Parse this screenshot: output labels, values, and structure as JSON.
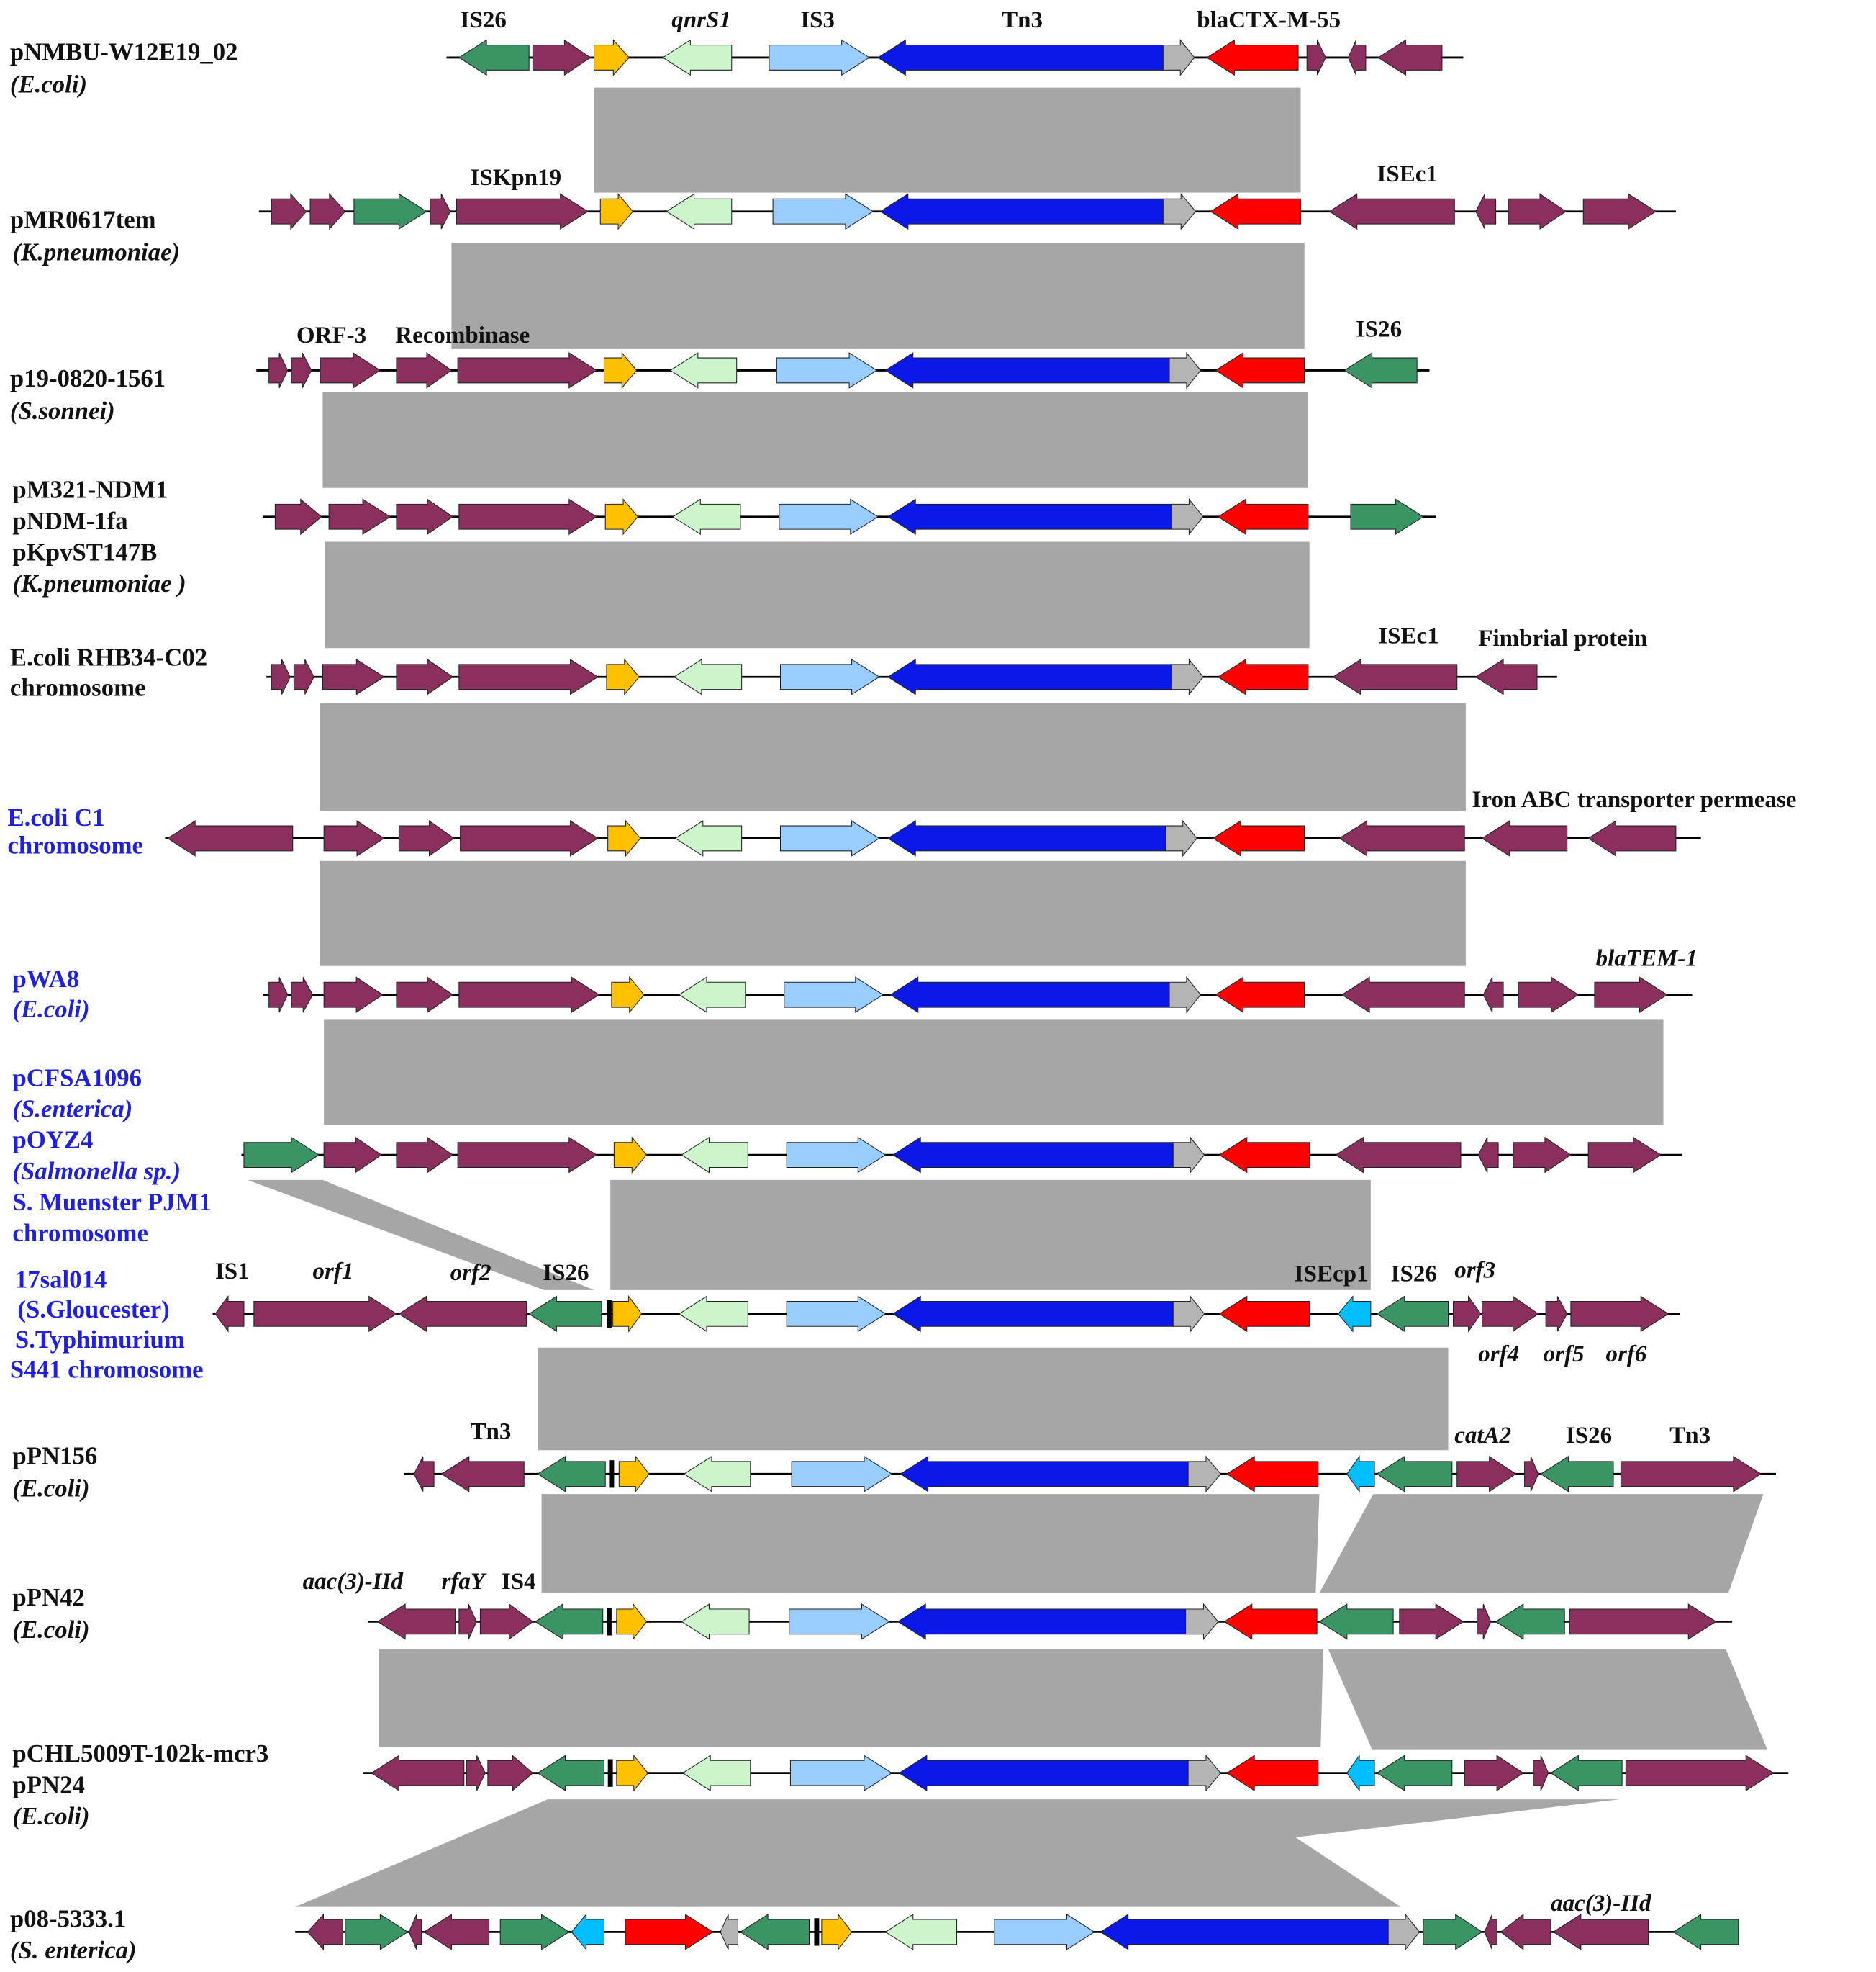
{
  "colors": {
    "mobile_element": "#8B2F5E",
    "insertion_seq_green": "#3A9464",
    "qnrS1": "#FFC000",
    "light_green": "#CCF5CC",
    "IS3": "#99CCFF",
    "Tn3": "#0A18E8",
    "grey_gene": "#B4B4B4",
    "blaCTX_M_55": "#FF0000",
    "ISEcp1": "#00BFFF",
    "shading": "#A6A6A6",
    "backbone": "#000000",
    "label_black": "#111111",
    "label_blue": "#1F1FE0"
  },
  "rows": [
    {
      "id": "pNMBU-W12E19_02",
      "lines": [
        {
          "t": "pNMBU-W12E19_02"
        },
        {
          "t": "(E.coli)",
          "i": true
        }
      ],
      "color": "black"
    },
    {
      "id": "pMR0617tem",
      "lines": [
        {
          "t": "pMR0617tem"
        },
        {
          "t": "(K.pneumoniae)",
          "i": true
        }
      ],
      "color": "black"
    },
    {
      "id": "p19-0820-1561",
      "lines": [
        {
          "t": "p19-0820-1561"
        },
        {
          "t": "(S.sonnei)",
          "i": true
        }
      ],
      "color": "black"
    },
    {
      "id": "pM321-NDM1",
      "lines": [
        {
          "t": "pM321-NDM1"
        },
        {
          "t": "pNDM-1fa"
        },
        {
          "t": "pKpvST147B"
        },
        {
          "t": "(K.pneumoniae )",
          "i": true
        }
      ],
      "color": "black"
    },
    {
      "id": "E.coli RHB34-C02",
      "lines": [
        {
          "t": "E.coli RHB34-C02"
        },
        {
          "t": "chromosome"
        }
      ],
      "color": "black"
    },
    {
      "id": "E.coli C1",
      "lines": [
        {
          "t": "E.coli C1"
        },
        {
          "t": "chromosome"
        }
      ],
      "color": "blue"
    },
    {
      "id": "pWA8",
      "lines": [
        {
          "t": "pWA8"
        },
        {
          "t": "(E.coli)",
          "i": true
        }
      ],
      "color": "blue"
    },
    {
      "id": "pCFSA1096",
      "lines": [
        {
          "t": "pCFSA1096"
        },
        {
          "t": "(S.enterica)",
          "i": true
        },
        {
          "t": "pOYZ4"
        },
        {
          "t": "(Salmonella sp.)",
          "i": true
        },
        {
          "t": "S. Muenster PJM1"
        },
        {
          "t": "chromosome"
        }
      ],
      "color": "blue"
    },
    {
      "id": "17sal014",
      "lines": [
        {
          "t": "17sal014"
        },
        {
          "t": "(S.Gloucester)"
        },
        {
          "t": "S.Typhimurium"
        },
        {
          "t": "S441 chromosome"
        }
      ],
      "color": "blue"
    },
    {
      "id": "pPN156",
      "lines": [
        {
          "t": "pPN156"
        },
        {
          "t": "(E.coli)",
          "i": true
        }
      ],
      "color": "black"
    },
    {
      "id": "pPN42",
      "lines": [
        {
          "t": "pPN42"
        },
        {
          "t": "(E.coli)",
          "i": true
        }
      ],
      "color": "black"
    },
    {
      "id": "pCHL5009T-102k-mcr3",
      "lines": [
        {
          "t": "pCHL5009T-102k-mcr3"
        },
        {
          "t": "pPN24"
        },
        {
          "t": "(E.coli)",
          "i": true
        }
      ],
      "color": "black"
    },
    {
      "id": "p08-5333.1",
      "lines": [
        {
          "t": "p08-5333.1"
        },
        {
          "t": "(S. enterica)",
          "i": true
        }
      ],
      "color": "black"
    }
  ],
  "gene_labels": [
    {
      "text": "IS26",
      "row": 0
    },
    {
      "text": "qnrS1",
      "row": 0
    },
    {
      "text": "IS3",
      "row": 0
    },
    {
      "text": "Tn3",
      "row": 0
    },
    {
      "text": "blaCTX-M-55",
      "row": 0
    },
    {
      "text": "ISKpn19",
      "row": 1
    },
    {
      "text": "ISEc1",
      "row": 1
    },
    {
      "text": "ORF-3",
      "row": 2
    },
    {
      "text": "Recombinase",
      "row": 2
    },
    {
      "text": "IS26",
      "row": 2
    },
    {
      "text": "ISEc1",
      "row": 4
    },
    {
      "text": "Fimbrial protein",
      "row": 4
    },
    {
      "text": "Iron ABC transporter permease",
      "row": 5
    },
    {
      "text": "blaTEM-1",
      "row": 6
    },
    {
      "text": "IS1",
      "row": 8
    },
    {
      "text": "orf1",
      "row": 8
    },
    {
      "text": "orf2",
      "row": 8
    },
    {
      "text": "IS26",
      "row": 8
    },
    {
      "text": "ISEcp1",
      "row": 8
    },
    {
      "text": "IS26",
      "row": 8
    },
    {
      "text": "orf3",
      "row": 8
    },
    {
      "text": "orf4",
      "row": 8
    },
    {
      "text": "orf5",
      "row": 8
    },
    {
      "text": "orf6",
      "row": 8
    },
    {
      "text": "Tn3",
      "row": 9
    },
    {
      "text": "catA2",
      "row": 9
    },
    {
      "text": "IS26",
      "row": 9
    },
    {
      "text": "Tn3",
      "row": 9
    },
    {
      "text": "aac(3)-IId",
      "row": 10
    },
    {
      "text": "rfaY",
      "row": 10
    },
    {
      "text": "IS4",
      "row": 10
    },
    {
      "text": "aac(3)-IId",
      "row": 12
    }
  ]
}
